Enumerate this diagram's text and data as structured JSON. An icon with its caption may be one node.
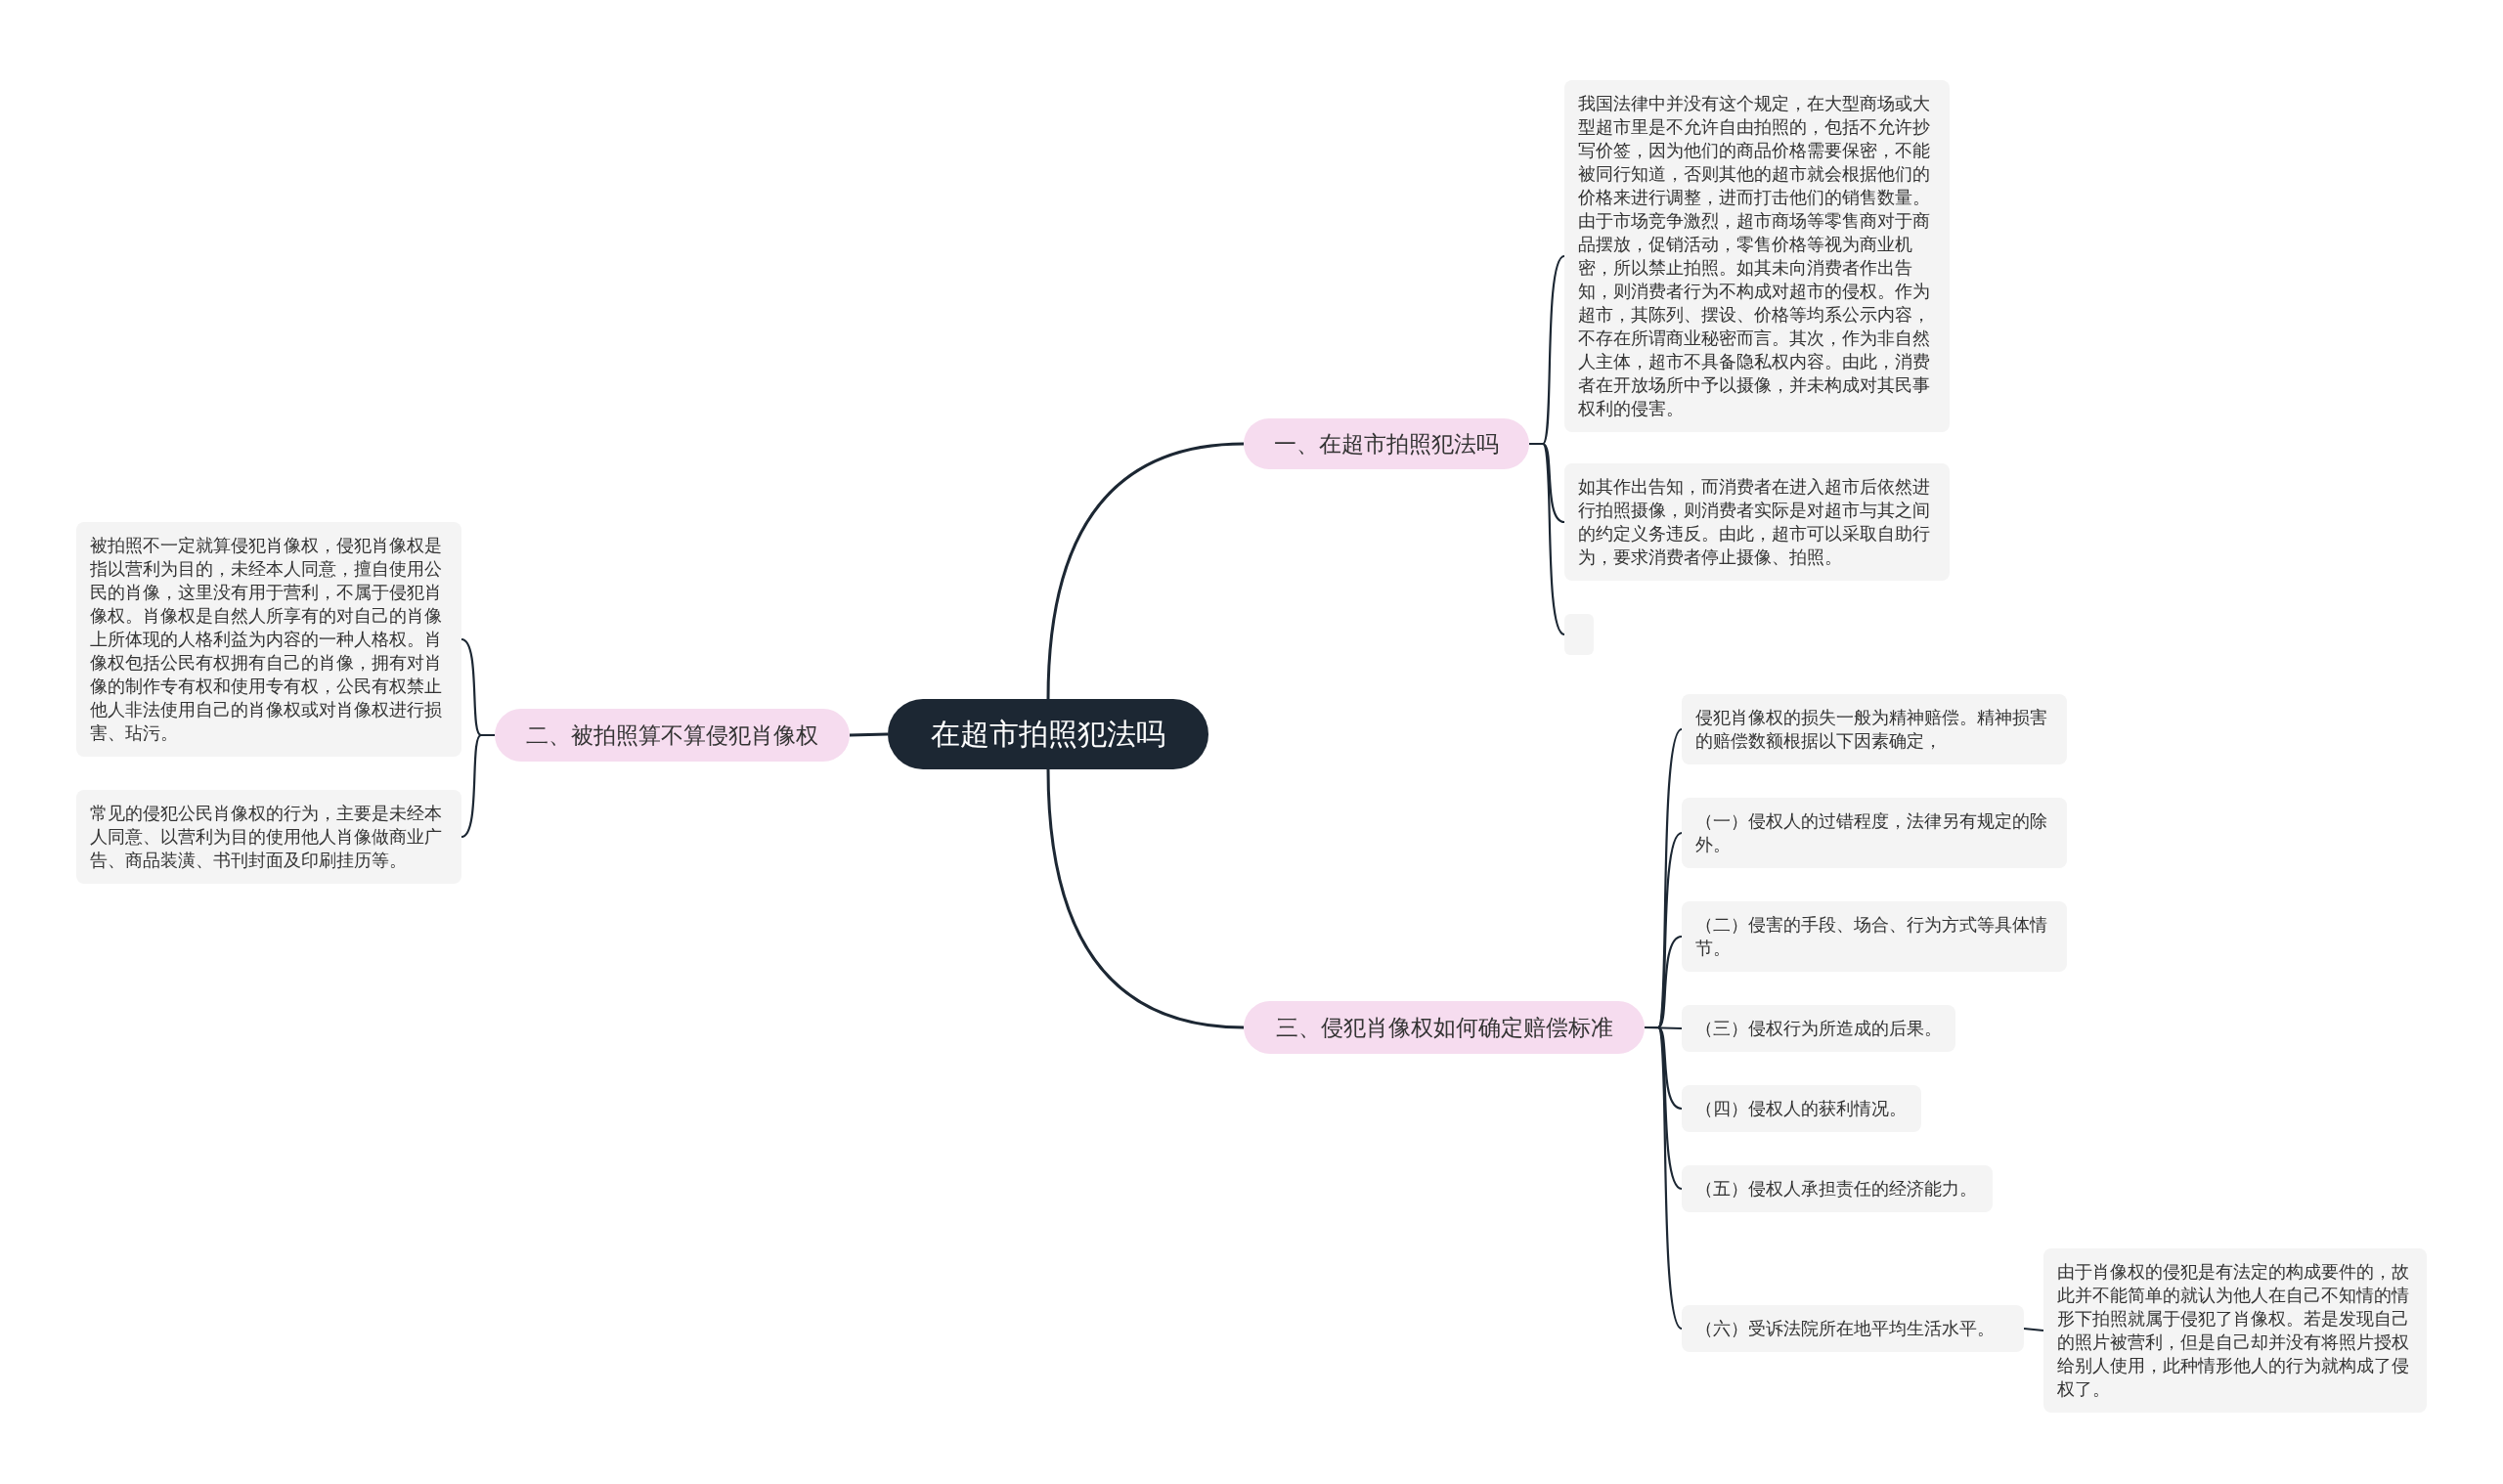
{
  "diagram": {
    "nodes": [
      {
        "text": [
          "在超市拍照犯法吗"
        ]
      },
      {
        "text": [
          "一、在超市拍照犯法吗"
        ]
      },
      {
        "text": [
          "我国法律中并没有这个规定，在大型商场或大型超市里是不允许自由拍照的，包括不允许抄写价签，因为他们的商品价格需要保密，不能被同行知道，否则其他的超市就会根据他们的价格来进行调整，进而打击他们的销售数量。由于市场竞争激烈，超市商场等零售商对于商品摆放，促销活动，零售价格等视为商业机密，所以禁止拍照。如其未向消费者作出告知，则消费者行为不构成对超市的侵权。作为超市，其陈列、摆设、价格等均系公示内容，不存在所谓商业秘密而言。其次，作为非自然人主体，超市不具备隐私权内容。由此，消费者在开放场所中予以摄像，并未构成对其民事权利的侵害。"
        ]
      },
      {
        "text": [
          "如其作出告知，而消费者在进入超市后依然进行拍照摄像，则消费者实际是对超市与其之间的约定义务违反。由此，超市可以采取自助行为，要求消费者停止摄像、拍照。"
        ]
      },
      {
        "text": [],
        "shape": "box"
      },
      {
        "text": [
          "二、被拍照算不算侵犯肖像权"
        ]
      },
      {
        "text": [
          "被拍照不一定就算侵犯肖像权，侵犯肖像权是指以营利为目的，未经本人同意，擅自使用公民的肖像，这里没有用于营利，不属于侵犯肖像权。肖像权是自然人所享有的对自己的肖像上所体现的人格利益为内容的一种人格权。肖像权包括公民有权拥有自己的肖像，拥有对肖像的制作专有权和使用专有权，公民有权禁止他人非法使用自己的肖像权或对肖像权进行损害、玷污。"
        ]
      },
      {
        "text": [
          "常见的侵犯公民肖像权的行为，主要是未经本人同意、以营利为目的使用他人肖像做商业广告、商品装潢、书刊封面及印刷挂历等。"
        ]
      },
      {
        "text": [
          "三、侵犯肖像权如何确定赔偿标准"
        ]
      },
      {
        "text": [
          "侵犯肖像权的损失一般为精神赔偿。精神损害的赔偿数额根据以下因素确定，"
        ]
      },
      {
        "text": [
          "（一）侵权人的过错程度，法律另有规定的除外。"
        ]
      },
      {
        "text": [
          "（二）侵害的手段、场合、行为方式等具体情节。"
        ]
      },
      {
        "text": [
          "（三）侵权行为所造成的后果。"
        ]
      },
      {
        "text": [
          "（四）侵权人的获利情况。"
        ]
      },
      {
        "text": [
          "（五）侵权人承担责任的经济能力。"
        ]
      },
      {
        "text": [
          "（六）受诉法院所在地平均生活水平。"
        ]
      },
      {
        "text": [
          "由于肖像权的侵犯是有法定的构成要件的，故此并不能简单的就认为他人在自己不知情的情形下拍照就属于侵犯了肖像权。若是发现自己的照片被营利，但是自己却并没有将照片授权给别人使用，此种情形他人的行为就构成了侵权了。"
        ]
      }
    ],
    "edges": [
      {
        "from": 0,
        "to": 1,
        "arrow": "none"
      },
      {
        "from": 1,
        "to": 2,
        "arrow": "none"
      },
      {
        "from": 1,
        "to": 3,
        "arrow": "none"
      },
      {
        "from": 1,
        "to": 4,
        "arrow": "none"
      },
      {
        "from": 0,
        "to": 5,
        "arrow": "none"
      },
      {
        "from": 5,
        "to": 6,
        "arrow": "none"
      },
      {
        "from": 5,
        "to": 7,
        "arrow": "none"
      },
      {
        "from": 0,
        "to": 8,
        "arrow": "none"
      },
      {
        "from": 8,
        "to": 9,
        "arrow": "none"
      },
      {
        "from": 8,
        "to": 10,
        "arrow": "none"
      },
      {
        "from": 8,
        "to": 11,
        "arrow": "none"
      },
      {
        "from": 8,
        "to": 12,
        "arrow": "none"
      },
      {
        "from": 8,
        "to": 13,
        "arrow": "none"
      },
      {
        "from": 8,
        "to": 14,
        "arrow": "none"
      },
      {
        "from": 8,
        "to": 15,
        "arrow": "none"
      },
      {
        "from": 15,
        "to": 16,
        "arrow": "none"
      }
    ]
  }
}
